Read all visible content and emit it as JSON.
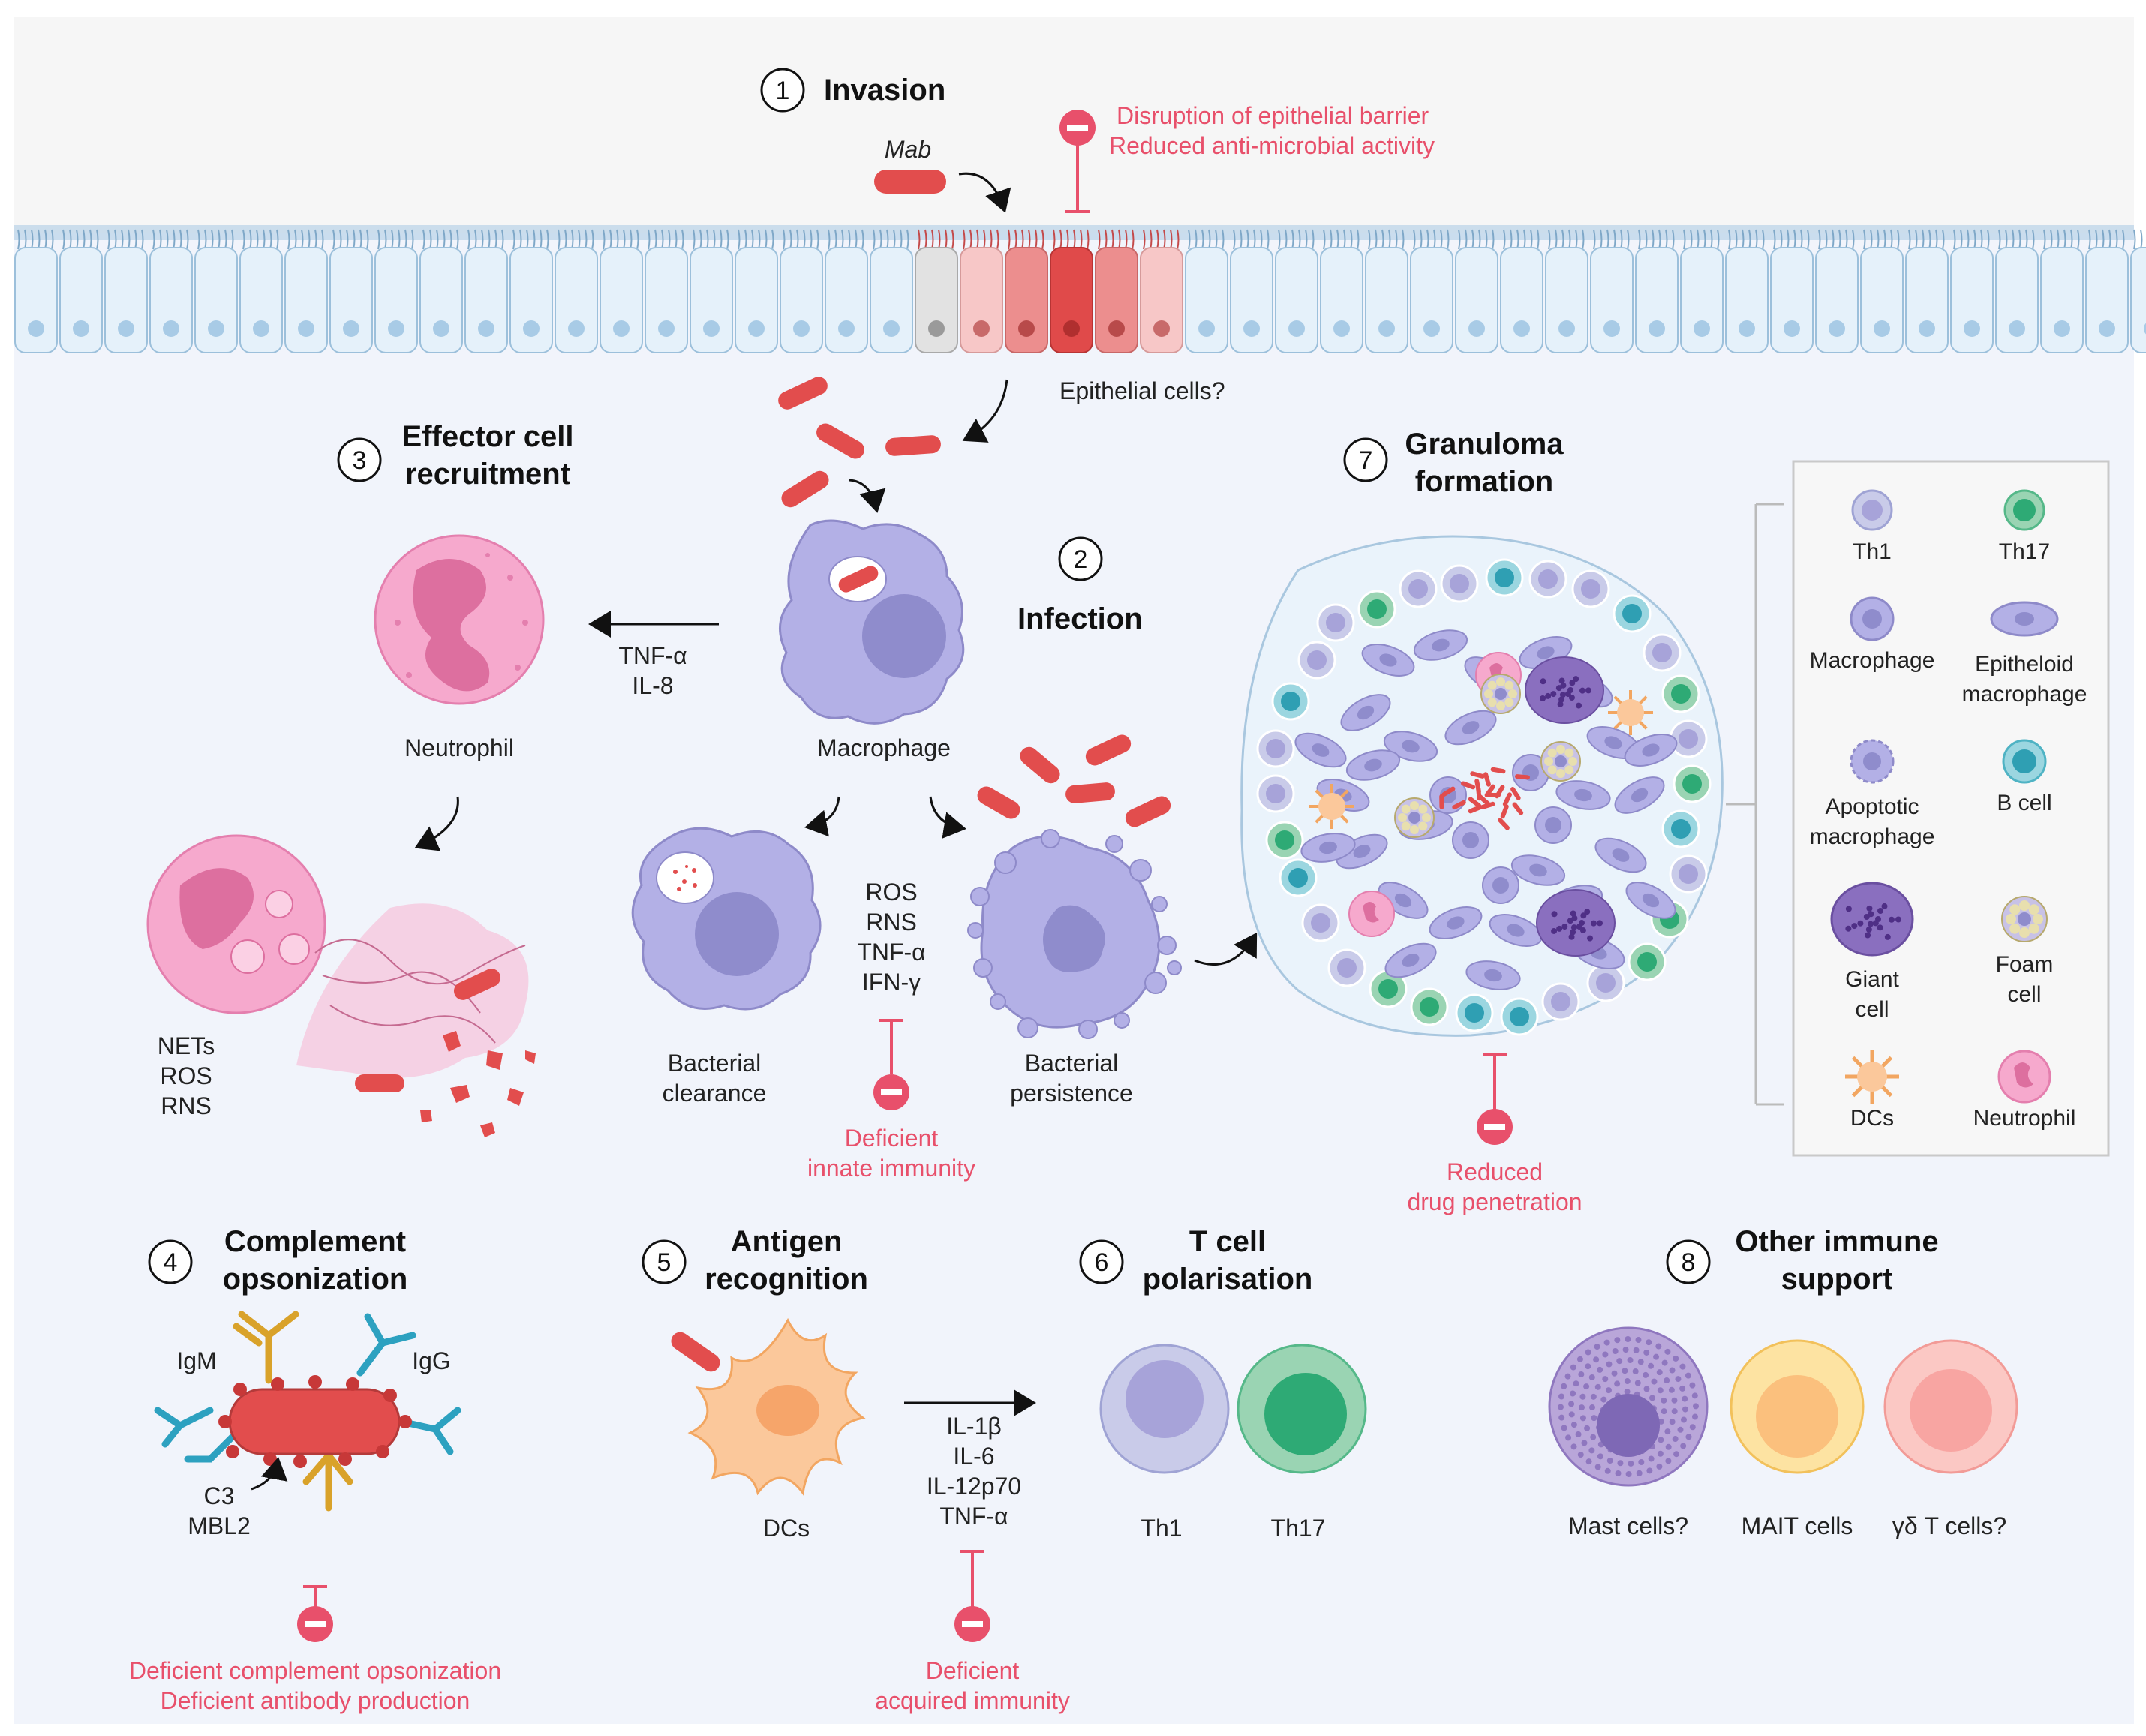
{
  "colors": {
    "inhibit": "#e8506b",
    "bacterium": "#e24d4d",
    "macrophage": "#b3b0e6",
    "macrophage_nucleus": "#8f8ccc",
    "neutrophil": "#f6a9cd",
    "th1": "#c9cbe9",
    "th17": "#55b889",
    "bcell": "#4fb3c4",
    "dc": "#fbc89b",
    "mast": "#b9a6d9",
    "mait": "#fde3a2",
    "gdt": "#fbb7b4"
  },
  "sections": {
    "s1": {
      "num": "1",
      "title": "Invasion"
    },
    "s2": {
      "num": "2",
      "title": "Infection"
    },
    "s3": {
      "num": "3",
      "title_line1": "Effector cell",
      "title_line2": "recruitment"
    },
    "s4": {
      "num": "4",
      "title_line1": "Complement",
      "title_line2": "opsonization"
    },
    "s5": {
      "num": "5",
      "title_line1": "Antigen",
      "title_line2": "recognition"
    },
    "s6": {
      "num": "6",
      "title_line1": "T cell",
      "title_line2": "polarisation"
    },
    "s7": {
      "num": "7",
      "title_line1": "Granuloma",
      "title_line2": "formation"
    },
    "s8": {
      "num": "8",
      "title_line1": "Other immune",
      "title_line2": "support"
    }
  },
  "invasion": {
    "mab_label": "Mab",
    "deficit_line1": "Disruption of epithelial barrier",
    "deficit_line2": "Reduced anti-microbial activity",
    "epithelial_label": "Epithelial cells?"
  },
  "recruitment": {
    "cytokine1": "TNF-α",
    "cytokine2": "IL-8",
    "neutrophil_label": "Neutrophil",
    "nets": [
      "NETs",
      "ROS",
      "RNS"
    ]
  },
  "infection": {
    "macrophage_label": "Macrophage",
    "clearance_line1": "Bacterial",
    "clearance_line2": "clearance",
    "persistence_line1": "Bacterial",
    "persistence_line2": "persistence",
    "mediators": [
      "ROS",
      "RNS",
      "TNF-α",
      "IFN-γ"
    ],
    "deficit_line1": "Deficient",
    "deficit_line2": "innate immunity"
  },
  "granuloma": {
    "deficit_line1": "Reduced",
    "deficit_line2": "drug penetration"
  },
  "legend": [
    {
      "line1": "Th1",
      "line2": ""
    },
    {
      "line1": "Th17",
      "line2": ""
    },
    {
      "line1": "Macrophage",
      "line2": ""
    },
    {
      "line1": "Epitheloid",
      "line2": "macrophage"
    },
    {
      "line1": "Apoptotic",
      "line2": "macrophage"
    },
    {
      "line1": "B cell",
      "line2": ""
    },
    {
      "line1": "Giant",
      "line2": "cell"
    },
    {
      "line1": "Foam",
      "line2": "cell"
    },
    {
      "line1": "DCs",
      "line2": ""
    },
    {
      "line1": "Neutrophil",
      "line2": ""
    }
  ],
  "complement": {
    "igm": "IgM",
    "igg": "IgG",
    "c3": "C3",
    "mbl2": "MBL2",
    "deficit_line1": "Deficient complement opsonization",
    "deficit_line2": "Deficient antibody production"
  },
  "antigen": {
    "dc_label": "DCs",
    "cytokines": [
      "IL-1β",
      "IL-6",
      "IL-12p70",
      "TNF-α"
    ],
    "deficit_line1": "Deficient",
    "deficit_line2": "acquired immunity"
  },
  "tcell": {
    "th1": "Th1",
    "th17": "Th17"
  },
  "other": {
    "mast": "Mast cells?",
    "mait": "MAIT cells",
    "gdt": "γδ T cells?"
  }
}
